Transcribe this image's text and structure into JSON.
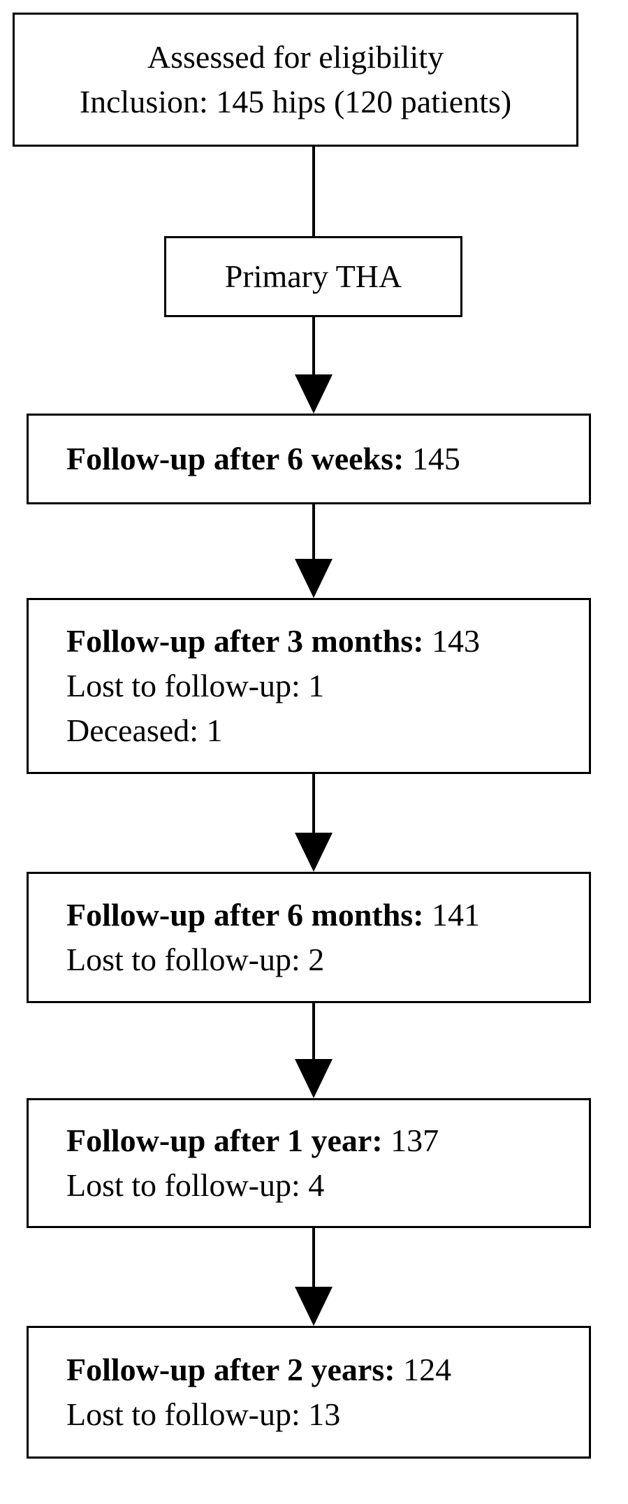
{
  "flowchart": {
    "eligibility": {
      "line1": "Assessed for eligibility",
      "line2": "Inclusion: 145 hips (120 patients)"
    },
    "primary": {
      "label": "Primary THA"
    },
    "fu_6w": {
      "heading": "Follow-up after 6 weeks:",
      "count": "145"
    },
    "fu_3m": {
      "heading": "Follow-up after 3 months:",
      "count": "143",
      "lost": "Lost to follow-up: 1",
      "deceased": "Deceased: 1"
    },
    "fu_6m": {
      "heading": "Follow-up after 6 months:",
      "count": "141",
      "lost": "Lost to follow-up: 2"
    },
    "fu_1y": {
      "heading": "Follow-up after 1 year:",
      "count": "137",
      "lost": "Lost to follow-up: 4"
    },
    "fu_2y": {
      "heading": "Follow-up after 2 years:",
      "count": "124",
      "lost": "Lost to follow-up: 13"
    }
  }
}
